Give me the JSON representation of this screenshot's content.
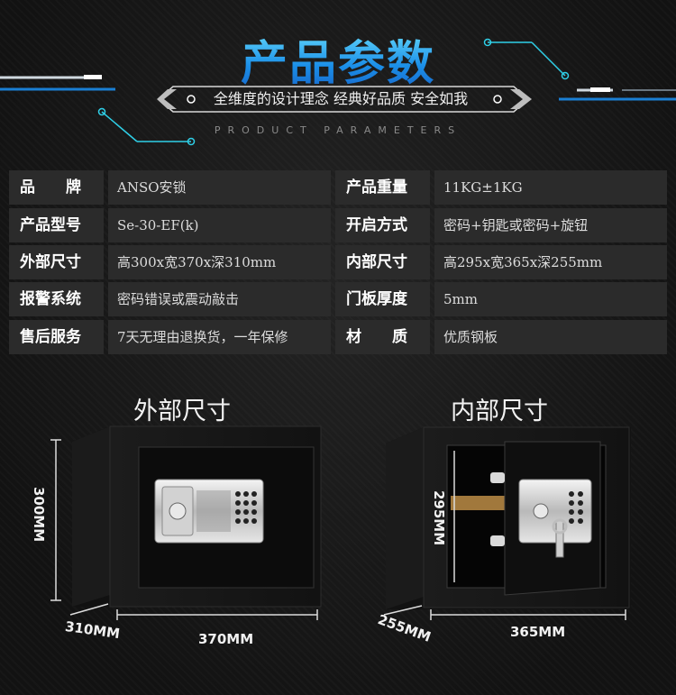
{
  "header": {
    "title": "产品参数",
    "slogan": "全维度的设计理念 经典好品质 安全如我",
    "subtitle": "PRODUCT  PARAMETERS"
  },
  "specs": [
    {
      "label_a": "品　　牌",
      "value_a": "ANSO安锁",
      "label_b": "产品重量",
      "value_b": "11KG±1KG"
    },
    {
      "label_a": "产品型号",
      "value_a": "Se-30-EF(k)",
      "label_b": "开启方式",
      "value_b": "密码+钥匙或密码+旋钮"
    },
    {
      "label_a": "外部尺寸",
      "value_a": "高300x宽370x深310mm",
      "label_b": "内部尺寸",
      "value_b": "高295x宽365x深255mm"
    },
    {
      "label_a": "报警系统",
      "value_a": "密码错误或震动敲击",
      "label_b": "门板厚度",
      "value_b": "5mm"
    },
    {
      "label_a": "售后服务",
      "value_a": "7天无理由退换货，一年保修",
      "label_b": "材　　质",
      "value_b": "优质钢板"
    }
  ],
  "outer": {
    "title": "外部尺寸",
    "height": "300MM",
    "depth": "310MM",
    "width": "370MM"
  },
  "inner": {
    "title": "内部尺寸",
    "height": "295MM",
    "depth": "255MM",
    "width": "365MM"
  },
  "colors": {
    "accent": "#1fb6ff",
    "deco_line": "#2fd0e8",
    "cell_bg": "#2b2b2b"
  }
}
